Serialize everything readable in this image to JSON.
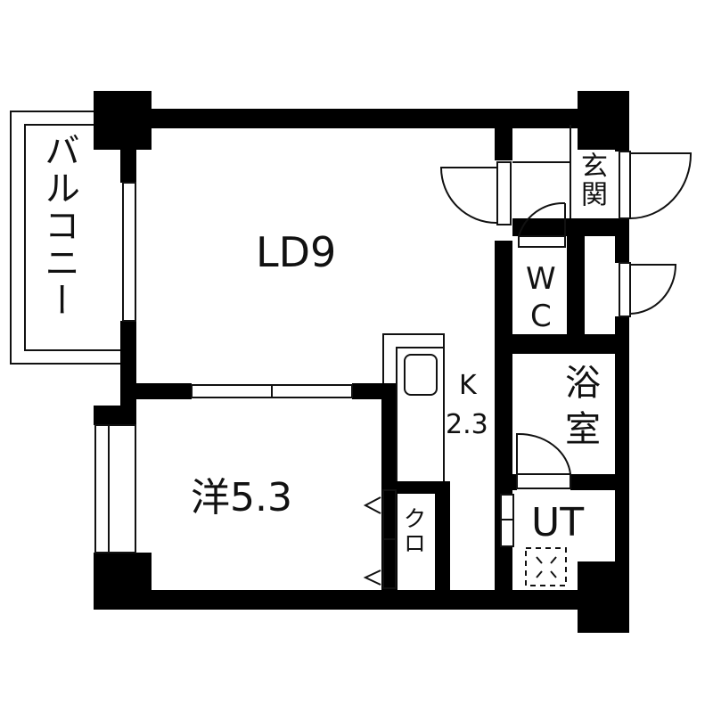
{
  "floor_plan": {
    "colors": {
      "wall": "#000000",
      "background": "#ffffff",
      "line": "#111111"
    },
    "rooms": [
      {
        "id": "balcony",
        "label": "バルコニー"
      },
      {
        "id": "living_dining",
        "label": "LD9"
      },
      {
        "id": "kitchen",
        "label_line1": "K",
        "label_line2": "2.3"
      },
      {
        "id": "western_room",
        "label": "洋5.3"
      },
      {
        "id": "closet",
        "label": "クロ"
      },
      {
        "id": "entrance",
        "label": "玄関"
      },
      {
        "id": "toilet",
        "label_line1": "W",
        "label_line2": "C"
      },
      {
        "id": "bathroom",
        "label_line1": "浴",
        "label_line2": "室"
      },
      {
        "id": "utility",
        "label": "UT"
      }
    ],
    "symbols": [
      {
        "id": "washing-machine-space",
        "glyph": "※"
      }
    ]
  }
}
